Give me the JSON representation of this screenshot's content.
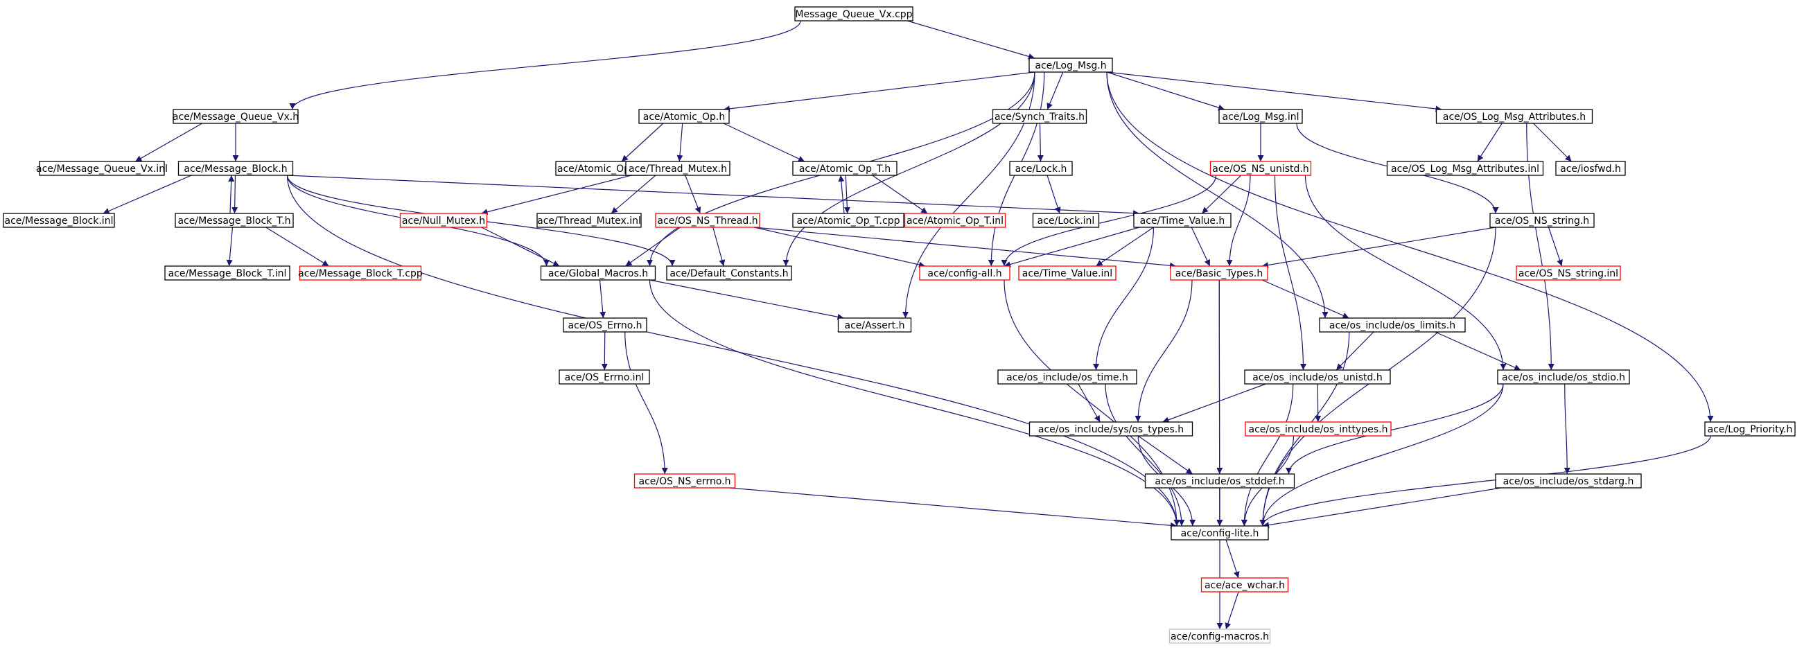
{
  "graph": {
    "colors": {
      "edge": "#191970",
      "text": "#000000",
      "box_default": "#000000",
      "box_red": "#ff0000",
      "box_gray": "#bfbfbf",
      "root_fill": "#bfbfbf"
    },
    "nodes": [
      {
        "id": "mqvx_cpp",
        "label": "Message_Queue_Vx.cpp",
        "style": "root"
      },
      {
        "id": "log_msg_h",
        "label": "ace/Log_Msg.h",
        "style": "default"
      },
      {
        "id": "mqvx_h",
        "label": "ace/Message_Queue_Vx.h",
        "style": "default"
      },
      {
        "id": "atomic_op_h",
        "label": "ace/Atomic_Op.h",
        "style": "default"
      },
      {
        "id": "synch_traits_h",
        "label": "ace/Synch_Traits.h",
        "style": "default"
      },
      {
        "id": "log_msg_inl",
        "label": "ace/Log_Msg.inl",
        "style": "default"
      },
      {
        "id": "os_log_attr_h",
        "label": "ace/OS_Log_Msg_Attributes.h",
        "style": "default"
      },
      {
        "id": "mqvx_inl",
        "label": "ace/Message_Queue_Vx.inl",
        "style": "default"
      },
      {
        "id": "msg_block_h",
        "label": "ace/Message_Block.h",
        "style": "default"
      },
      {
        "id": "atomic_op_inl",
        "label": "ace/Atomic_Op.inl",
        "style": "default"
      },
      {
        "id": "thread_mutex_h",
        "label": "ace/Thread_Mutex.h",
        "style": "default"
      },
      {
        "id": "atomic_op_t_h",
        "label": "ace/Atomic_Op_T.h",
        "style": "default"
      },
      {
        "id": "lock_h",
        "label": "ace/Lock.h",
        "style": "default"
      },
      {
        "id": "os_ns_unistd_h",
        "label": "ace/OS_NS_unistd.h",
        "style": "red"
      },
      {
        "id": "os_log_attr_inl",
        "label": "ace/OS_Log_Msg_Attributes.inl",
        "style": "default"
      },
      {
        "id": "iosfwd_h",
        "label": "ace/iosfwd.h",
        "style": "default"
      },
      {
        "id": "msg_block_inl",
        "label": "ace/Message_Block.inl",
        "style": "default"
      },
      {
        "id": "msg_block_t_h",
        "label": "ace/Message_Block_T.h",
        "style": "default"
      },
      {
        "id": "null_mutex_h",
        "label": "ace/Null_Mutex.h",
        "style": "red"
      },
      {
        "id": "thread_mutex_inl",
        "label": "ace/Thread_Mutex.inl",
        "style": "default"
      },
      {
        "id": "os_ns_thread_h",
        "label": "ace/OS_NS_Thread.h",
        "style": "red"
      },
      {
        "id": "atomic_op_t_cpp",
        "label": "ace/Atomic_Op_T.cpp",
        "style": "default"
      },
      {
        "id": "atomic_op_t_inl",
        "label": "ace/Atomic_Op_T.inl",
        "style": "red"
      },
      {
        "id": "lock_inl",
        "label": "ace/Lock.inl",
        "style": "default"
      },
      {
        "id": "time_value_h",
        "label": "ace/Time_Value.h",
        "style": "default"
      },
      {
        "id": "os_ns_string_h",
        "label": "ace/OS_NS_string.h",
        "style": "default"
      },
      {
        "id": "msg_block_t_inl",
        "label": "ace/Message_Block_T.inl",
        "style": "default"
      },
      {
        "id": "msg_block_t_cpp",
        "label": "ace/Message_Block_T.cpp",
        "style": "red"
      },
      {
        "id": "global_macros_h",
        "label": "ace/Global_Macros.h",
        "style": "default"
      },
      {
        "id": "default_constants_h",
        "label": "ace/Default_Constants.h",
        "style": "default"
      },
      {
        "id": "config_all_h",
        "label": "ace/config-all.h",
        "style": "red"
      },
      {
        "id": "time_value_inl",
        "label": "ace/Time_Value.inl",
        "style": "red"
      },
      {
        "id": "basic_types_h",
        "label": "ace/Basic_Types.h",
        "style": "red"
      },
      {
        "id": "os_ns_string_inl",
        "label": "ace/OS_NS_string.inl",
        "style": "red"
      },
      {
        "id": "os_errno_h",
        "label": "ace/OS_Errno.h",
        "style": "default"
      },
      {
        "id": "assert_h",
        "label": "ace/Assert.h",
        "style": "default"
      },
      {
        "id": "os_limits_h",
        "label": "ace/os_include/os_limits.h",
        "style": "default"
      },
      {
        "id": "os_errno_inl",
        "label": "ace/OS_Errno.inl",
        "style": "default"
      },
      {
        "id": "os_time_h",
        "label": "ace/os_include/os_time.h",
        "style": "default"
      },
      {
        "id": "os_unistd_h",
        "label": "ace/os_include/os_unistd.h",
        "style": "default"
      },
      {
        "id": "os_stdio_h",
        "label": "ace/os_include/os_stdio.h",
        "style": "default"
      },
      {
        "id": "sys_os_types_h",
        "label": "ace/os_include/sys/os_types.h",
        "style": "default"
      },
      {
        "id": "os_inttypes_h",
        "label": "ace/os_include/os_inttypes.h",
        "style": "red"
      },
      {
        "id": "log_priority_h",
        "label": "ace/Log_Priority.h",
        "style": "default"
      },
      {
        "id": "os_ns_errno_h",
        "label": "ace/OS_NS_errno.h",
        "style": "red"
      },
      {
        "id": "os_stddef_h",
        "label": "ace/os_include/os_stddef.h",
        "style": "default"
      },
      {
        "id": "os_stdarg_h",
        "label": "ace/os_include/os_stdarg.h",
        "style": "default"
      },
      {
        "id": "config_lite_h",
        "label": "ace/config-lite.h",
        "style": "default"
      },
      {
        "id": "ace_wchar_h",
        "label": "ace/ace_wchar.h",
        "style": "red"
      },
      {
        "id": "config_macros_h",
        "label": "ace/config-macros.h",
        "style": "gray"
      }
    ],
    "edges": [
      [
        "mqvx_cpp",
        "mqvx_h"
      ],
      [
        "mqvx_cpp",
        "log_msg_h"
      ],
      [
        "log_msg_h",
        "atomic_op_h"
      ],
      [
        "log_msg_h",
        "synch_traits_h"
      ],
      [
        "log_msg_h",
        "log_msg_inl"
      ],
      [
        "log_msg_h",
        "os_log_attr_h"
      ],
      [
        "log_msg_h",
        "log_priority_h"
      ],
      [
        "log_msg_h",
        "global_macros_h"
      ],
      [
        "log_msg_h",
        "default_constants_h"
      ],
      [
        "log_msg_h",
        "config_all_h"
      ],
      [
        "log_msg_h",
        "os_limits_h"
      ],
      [
        "mqvx_h",
        "mqvx_inl"
      ],
      [
        "mqvx_h",
        "msg_block_h"
      ],
      [
        "atomic_op_h",
        "atomic_op_inl"
      ],
      [
        "atomic_op_h",
        "thread_mutex_h"
      ],
      [
        "atomic_op_h",
        "atomic_op_t_h"
      ],
      [
        "synch_traits_h",
        "lock_h"
      ],
      [
        "lock_h",
        "lock_inl"
      ],
      [
        "log_msg_inl",
        "os_ns_unistd_h"
      ],
      [
        "log_msg_inl",
        "os_ns_string_h"
      ],
      [
        "os_log_attr_h",
        "os_log_attr_inl"
      ],
      [
        "os_log_attr_h",
        "iosfwd_h"
      ],
      [
        "os_log_attr_h",
        "os_stdio_h"
      ],
      [
        "msg_block_h",
        "msg_block_inl"
      ],
      [
        "msg_block_h",
        "msg_block_t_h"
      ],
      [
        "msg_block_h",
        "time_value_h"
      ],
      [
        "msg_block_h",
        "global_macros_h"
      ],
      [
        "msg_block_h",
        "default_constants_h"
      ],
      [
        "msg_block_h",
        "config_lite_h"
      ],
      [
        "msg_block_t_h",
        "msg_block_h"
      ],
      [
        "msg_block_t_h",
        "msg_block_t_inl"
      ],
      [
        "msg_block_t_h",
        "msg_block_t_cpp"
      ],
      [
        "thread_mutex_h",
        "null_mutex_h"
      ],
      [
        "thread_mutex_h",
        "thread_mutex_inl"
      ],
      [
        "thread_mutex_h",
        "os_ns_thread_h"
      ],
      [
        "null_mutex_h",
        "global_macros_h"
      ],
      [
        "atomic_op_t_h",
        "atomic_op_t_cpp"
      ],
      [
        "atomic_op_t_h",
        "atomic_op_t_inl"
      ],
      [
        "atomic_op_t_cpp",
        "atomic_op_t_h"
      ],
      [
        "os_ns_thread_h",
        "global_macros_h"
      ],
      [
        "os_ns_thread_h",
        "default_constants_h"
      ],
      [
        "os_ns_thread_h",
        "config_all_h"
      ],
      [
        "os_ns_thread_h",
        "basic_types_h"
      ],
      [
        "os_ns_unistd_h",
        "time_value_h"
      ],
      [
        "os_ns_unistd_h",
        "basic_types_h"
      ],
      [
        "os_ns_unistd_h",
        "config_all_h"
      ],
      [
        "os_ns_unistd_h",
        "os_unistd_h"
      ],
      [
        "os_ns_unistd_h",
        "os_stdio_h"
      ],
      [
        "time_value_h",
        "time_value_inl"
      ],
      [
        "time_value_h",
        "basic_types_h"
      ],
      [
        "time_value_h",
        "config_all_h"
      ],
      [
        "time_value_h",
        "os_time_h"
      ],
      [
        "os_ns_string_h",
        "basic_types_h"
      ],
      [
        "os_ns_string_h",
        "os_ns_string_inl"
      ],
      [
        "os_ns_string_h",
        "config_lite_h"
      ],
      [
        "global_macros_h",
        "os_errno_h"
      ],
      [
        "global_macros_h",
        "assert_h"
      ],
      [
        "global_macros_h",
        "config_lite_h"
      ],
      [
        "config_all_h",
        "config_lite_h"
      ],
      [
        "basic_types_h",
        "os_limits_h"
      ],
      [
        "basic_types_h",
        "sys_os_types_h"
      ],
      [
        "basic_types_h",
        "os_stddef_h"
      ],
      [
        "basic_types_h",
        "config_lite_h"
      ],
      [
        "os_errno_h",
        "os_errno_inl"
      ],
      [
        "os_errno_h",
        "os_ns_errno_h"
      ],
      [
        "os_limits_h",
        "os_unistd_h"
      ],
      [
        "os_limits_h",
        "os_stdio_h"
      ],
      [
        "os_limits_h",
        "config_lite_h"
      ],
      [
        "os_time_h",
        "sys_os_types_h"
      ],
      [
        "os_time_h",
        "config_lite_h"
      ],
      [
        "os_unistd_h",
        "sys_os_types_h"
      ],
      [
        "os_unistd_h",
        "os_inttypes_h"
      ],
      [
        "os_unistd_h",
        "config_lite_h"
      ],
      [
        "os_stdio_h",
        "os_stddef_h"
      ],
      [
        "os_stdio_h",
        "os_stdarg_h"
      ],
      [
        "os_stdio_h",
        "config_lite_h"
      ],
      [
        "sys_os_types_h",
        "os_stddef_h"
      ],
      [
        "sys_os_types_h",
        "config_lite_h"
      ],
      [
        "os_inttypes_h",
        "config_lite_h"
      ],
      [
        "os_ns_errno_h",
        "config_lite_h"
      ],
      [
        "os_stddef_h",
        "config_lite_h"
      ],
      [
        "os_stdarg_h",
        "config_lite_h"
      ],
      [
        "log_priority_h",
        "config_lite_h"
      ],
      [
        "log_msg_h",
        "assert_h"
      ],
      [
        "config_lite_h",
        "ace_wchar_h"
      ],
      [
        "config_lite_h",
        "config_macros_h"
      ],
      [
        "ace_wchar_h",
        "config_macros_h"
      ]
    ]
  }
}
